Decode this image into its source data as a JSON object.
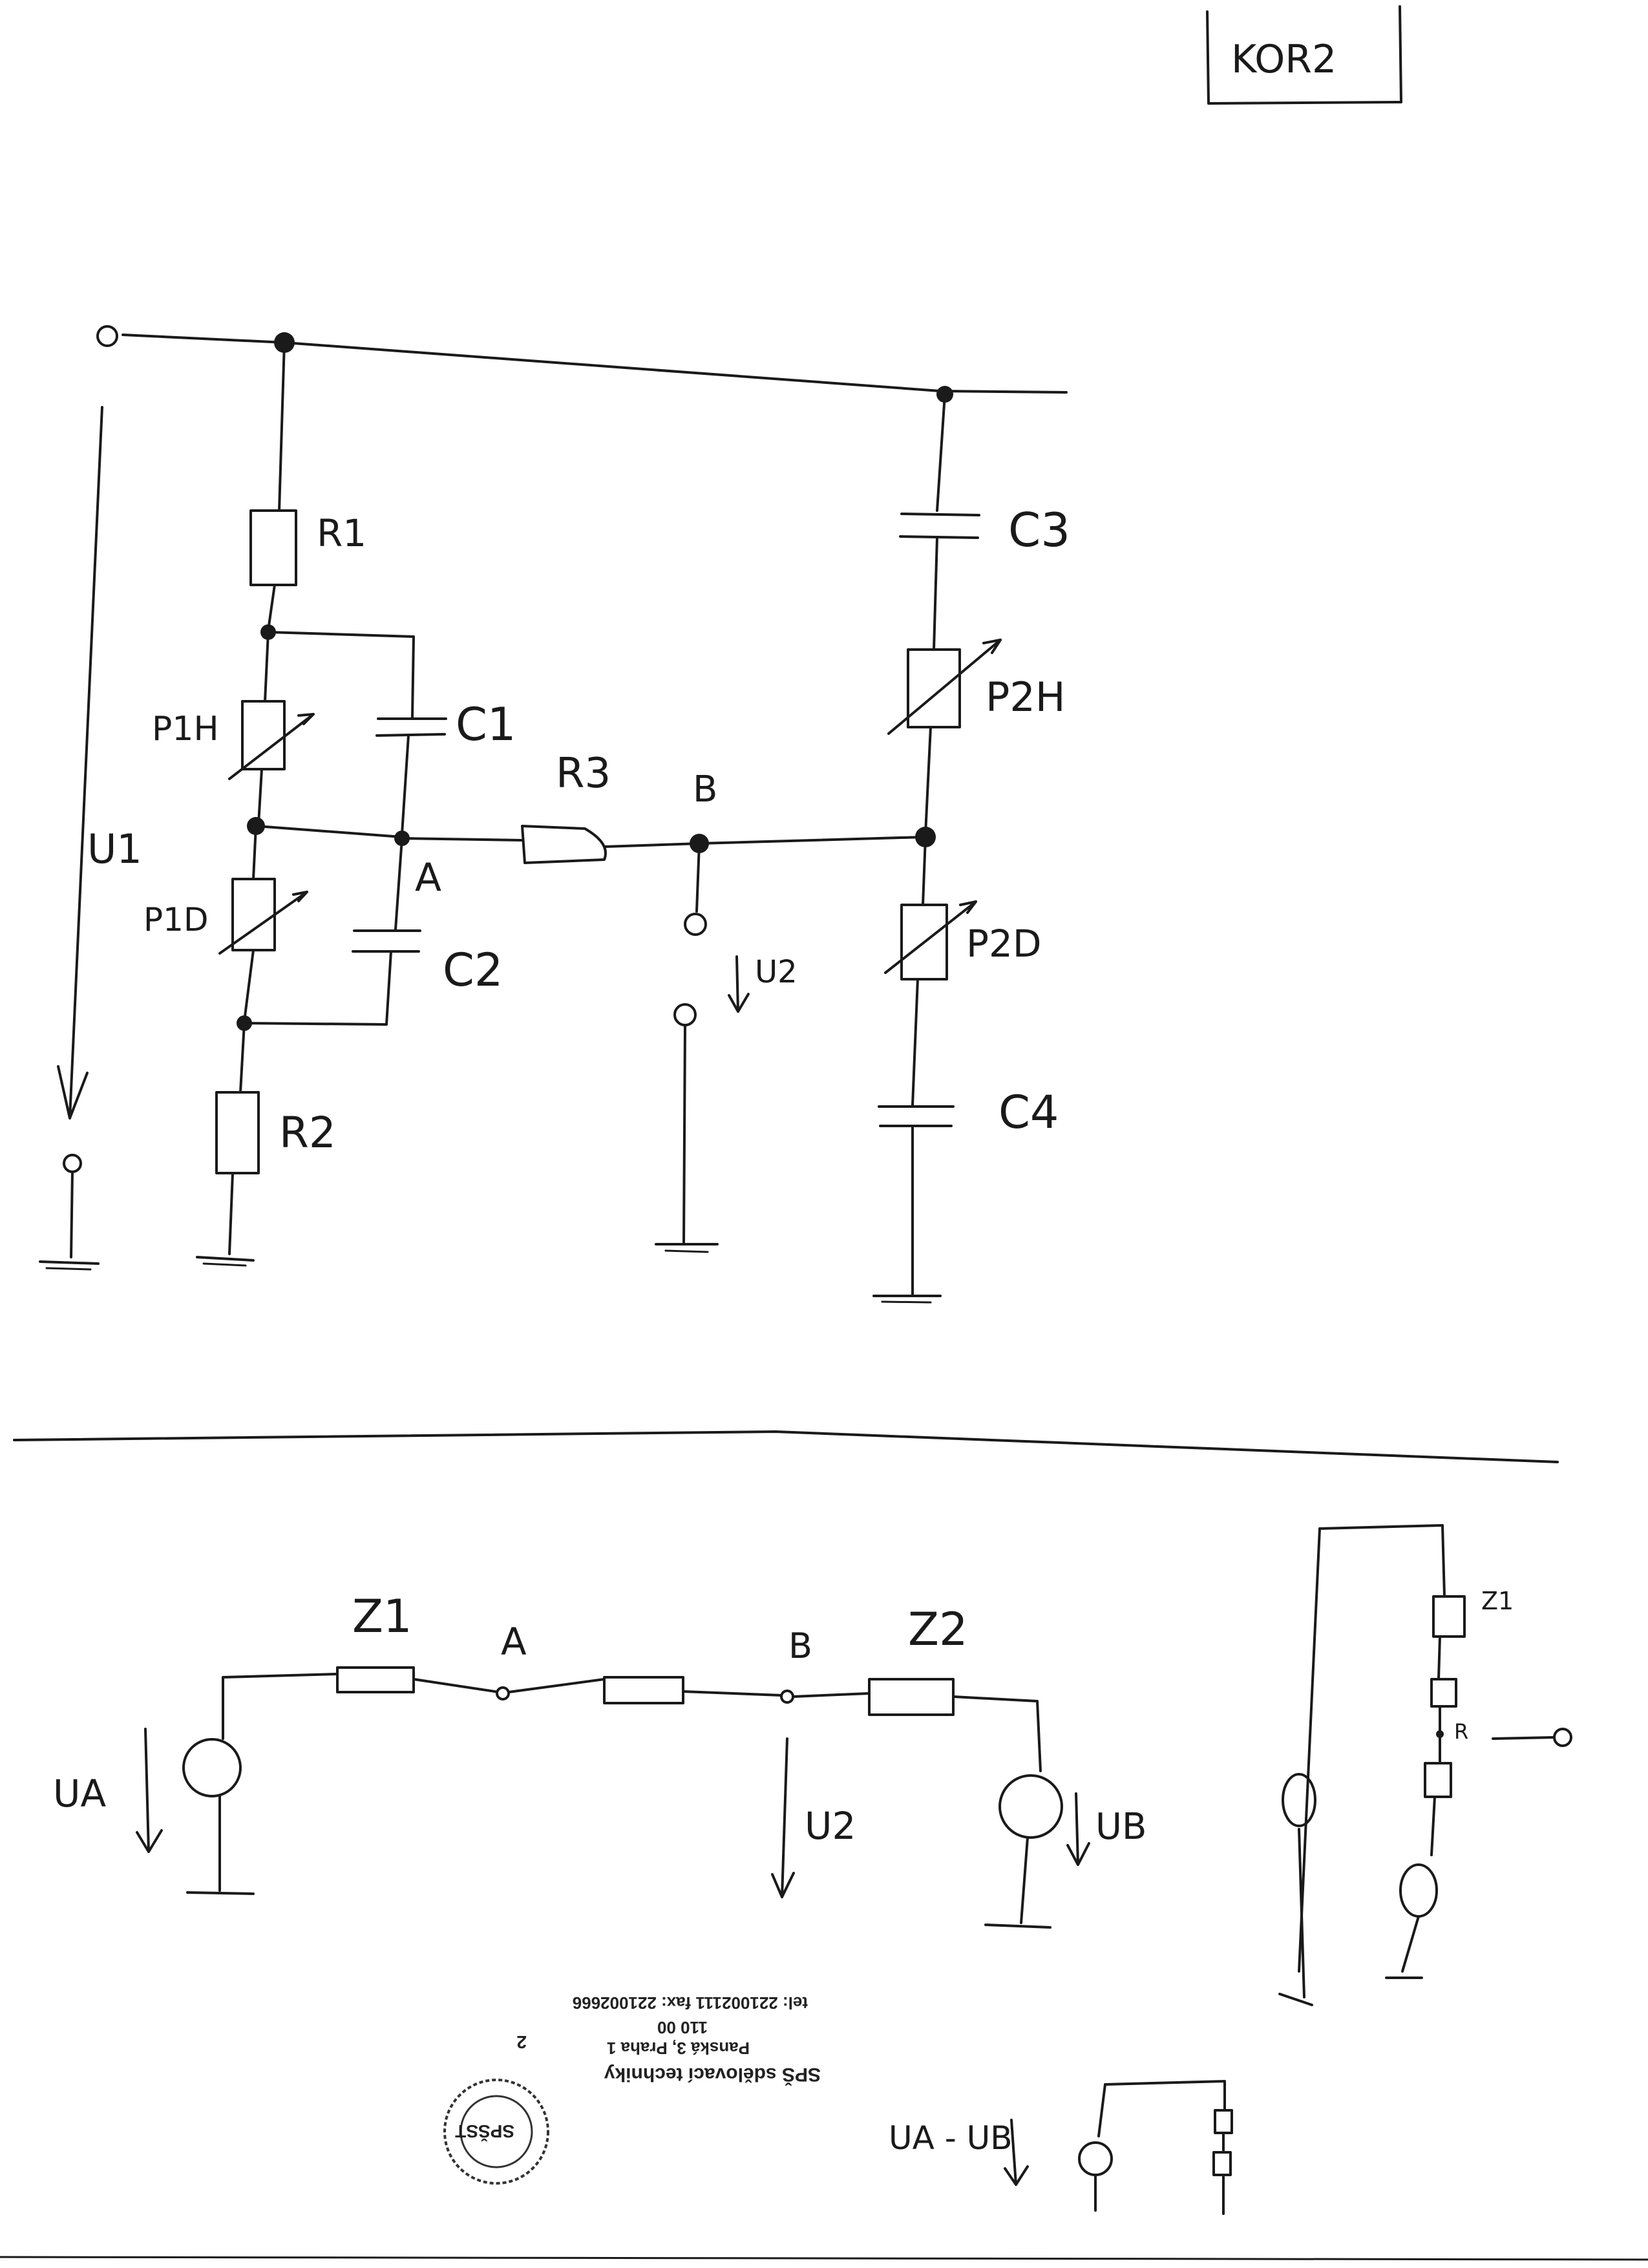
{
  "sheet": {
    "tag": "KOR2"
  },
  "circuit": {
    "labels": {
      "r1": "R1",
      "p1h": "P1H",
      "c1": "C1",
      "r3": "R3",
      "b": "B",
      "u1": "U1",
      "a": "A",
      "p1d": "P1D",
      "c2": "C2",
      "u2": "U2",
      "r2": "R2",
      "c3": "C3",
      "p2h": "P2H",
      "p2d": "P2D",
      "c4": "C4"
    }
  },
  "equivalent": {
    "labels": {
      "z1": "Z1",
      "a": "A",
      "b": "B",
      "z2": "Z2",
      "ua": "UA",
      "u2": "U2",
      "ub": "UB"
    }
  },
  "sketch": {
    "z1": "Z1",
    "r": "R"
  },
  "bottom": {
    "ua_minus_ub": "UA - UB"
  },
  "stamp": {
    "school": "SPŠ sdělovací techniky",
    "address": "Panská 3, Praha 1",
    "postcode": "110 00",
    "contact": "tel: 221002111 fax: 221002666",
    "page_number": "2",
    "seal_text": "SPŠST"
  }
}
